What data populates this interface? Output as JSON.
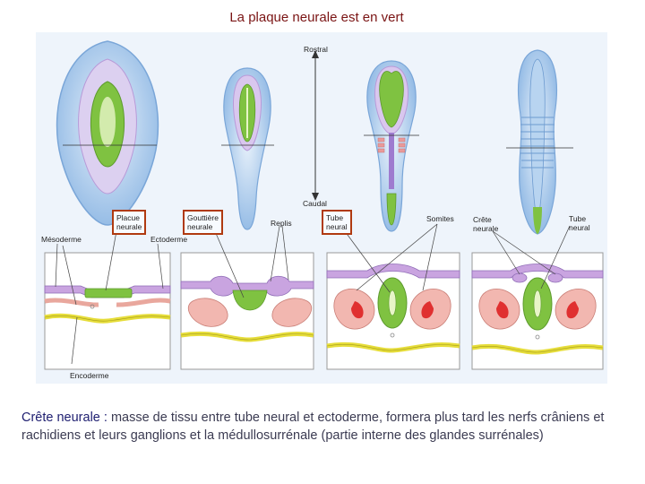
{
  "title": "La plaque neurale est en vert",
  "labels": {
    "rostral": "Rostral",
    "caudal": "Caudal",
    "plaque_neurale": "Placue\nneurale",
    "gouttiere_neurale": "Gouttière\nneurale",
    "replis": "Replis",
    "tube_neural_boxed": "Tube\nneural",
    "somites": "Somites",
    "crete_neurale": "Crête\nneurale",
    "tube_neural": "Tube\nneural",
    "mesoderme": "Mésoderme",
    "ectoderme": "Ectoderme",
    "endoderme": "Encoderme"
  },
  "caption": {
    "term": "Crête neurale :",
    "text": " masse de tissu entre tube neural et ectoderme, formera plus tard les nerfs crâniens et rachidiens et leurs ganglions et la médullosurrénale (partie interne des glandes surrénales)"
  },
  "colors": {
    "neural_plate": "#7fc241",
    "ectoderm": "#c9a4e0",
    "mesoderm": "#f2b7b0",
    "endoderm": "#e6dd3a",
    "embryo": "#9ec3ea",
    "box": "#b03a10"
  }
}
